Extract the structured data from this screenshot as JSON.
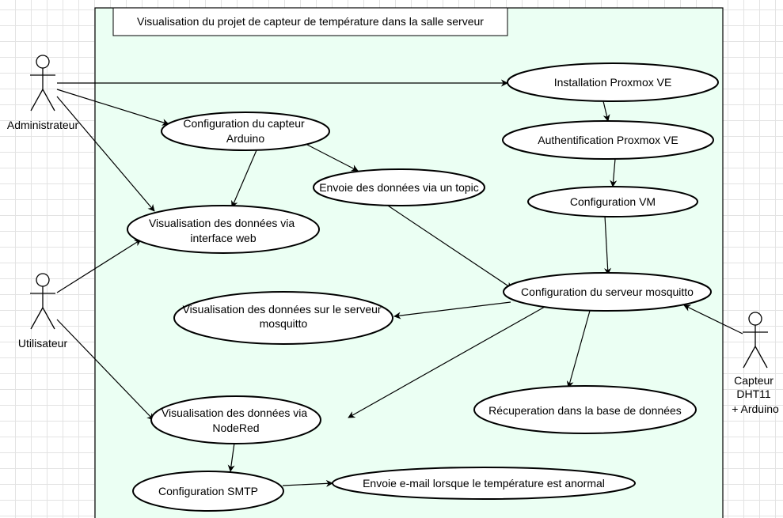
{
  "title": "Visualisation du projet de capteur de température dans la salle serveur",
  "actors": {
    "administrateur": "Administrateur",
    "utilisateur": "Utilisateur",
    "capteur": [
      "Capteur",
      "DHT11",
      "+ Arduino"
    ]
  },
  "use_cases": {
    "installation_proxmox": [
      "Installation Proxmox VE"
    ],
    "config_capteur": [
      "Configuration du capteur",
      "Arduino"
    ],
    "authentification_proxmox": [
      "Authentification Proxmox VE"
    ],
    "envoie_topic": [
      "Envoie des données via un topic"
    ],
    "configuration_vm": [
      "Configuration VM"
    ],
    "visu_web": [
      "Visualisation des données via",
      "interface web"
    ],
    "config_mosquitto": [
      "Configuration du serveur mosquitto"
    ],
    "visu_mosquitto": [
      "Visualisation des données sur le serveur",
      "mosquitto"
    ],
    "recuperation_bdd": [
      "Récuperation dans la base de données"
    ],
    "visu_nodered": [
      "Visualisation des données via",
      "NodeRed"
    ],
    "config_smtp": [
      "Configuration SMTP"
    ],
    "envoie_email": [
      "Envoie e-mail lorsque le température est anormal"
    ]
  },
  "colors": {
    "system_fill": "#ebfff3",
    "stroke": "#000000",
    "grid": "#e3e3e3"
  }
}
